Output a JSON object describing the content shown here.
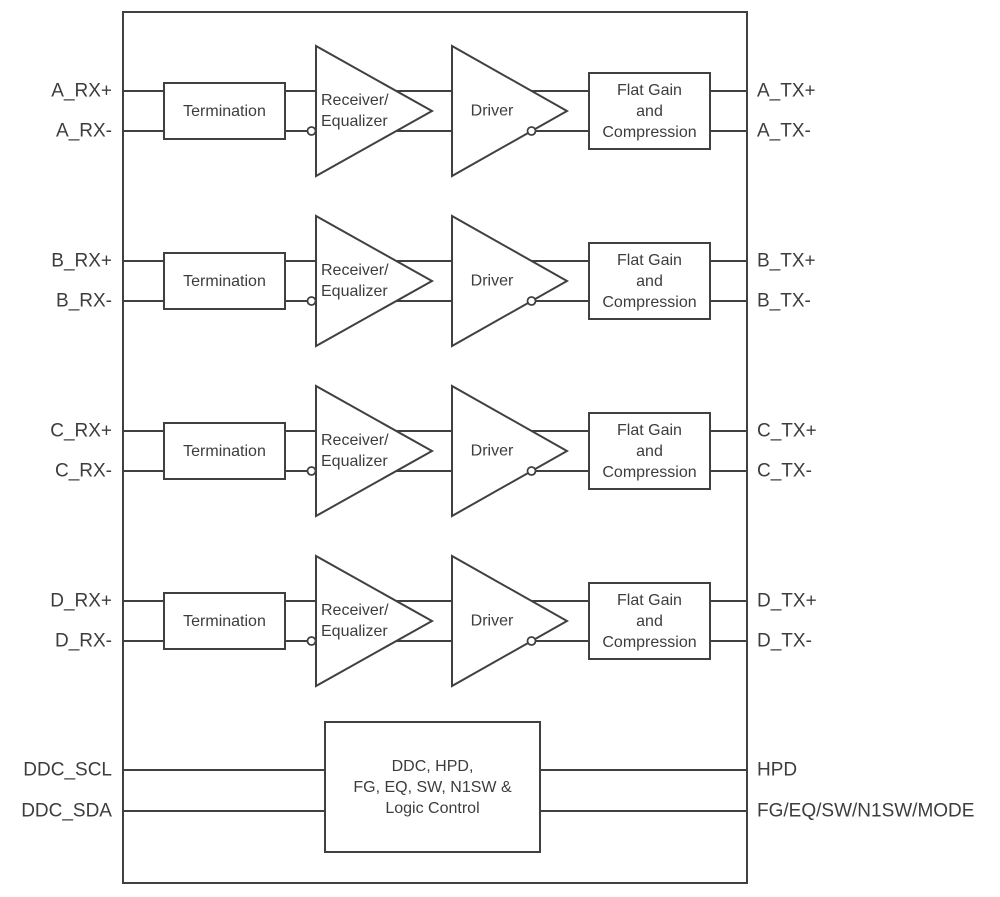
{
  "colors": {
    "stroke": "#404040",
    "text": "#3d3d3d",
    "background": "#ffffff"
  },
  "blocks": {
    "termination": "Termination",
    "receiver_line1": "Receiver/",
    "receiver_line2": "Equalizer",
    "driver": "Driver",
    "flat_gain_line1": "Flat Gain",
    "flat_gain_line2": "and",
    "flat_gain_line3": "Compression"
  },
  "channels": [
    {
      "name": "A",
      "rx_plus": "A_RX+",
      "rx_minus": "A_RX-",
      "tx_plus": "A_TX+",
      "tx_minus": "A_TX-"
    },
    {
      "name": "B",
      "rx_plus": "B_RX+",
      "rx_minus": "B_RX-",
      "tx_plus": "B_TX+",
      "tx_minus": "B_TX-"
    },
    {
      "name": "C",
      "rx_plus": "C_RX+",
      "rx_minus": "C_RX-",
      "tx_plus": "C_TX+",
      "tx_minus": "C_TX-"
    },
    {
      "name": "D",
      "rx_plus": "D_RX+",
      "rx_minus": "D_RX-",
      "tx_plus": "D_TX+",
      "tx_minus": "D_TX-"
    }
  ],
  "control": {
    "scl": "DDC_SCL",
    "sda": "DDC_SDA",
    "box_line1": "DDC, HPD,",
    "box_line2": "FG, EQ, SW, N1SW &",
    "box_line3": "Logic Control",
    "hpd": "HPD",
    "mode": "FG/EQ/SW/N1SW/MODE"
  }
}
